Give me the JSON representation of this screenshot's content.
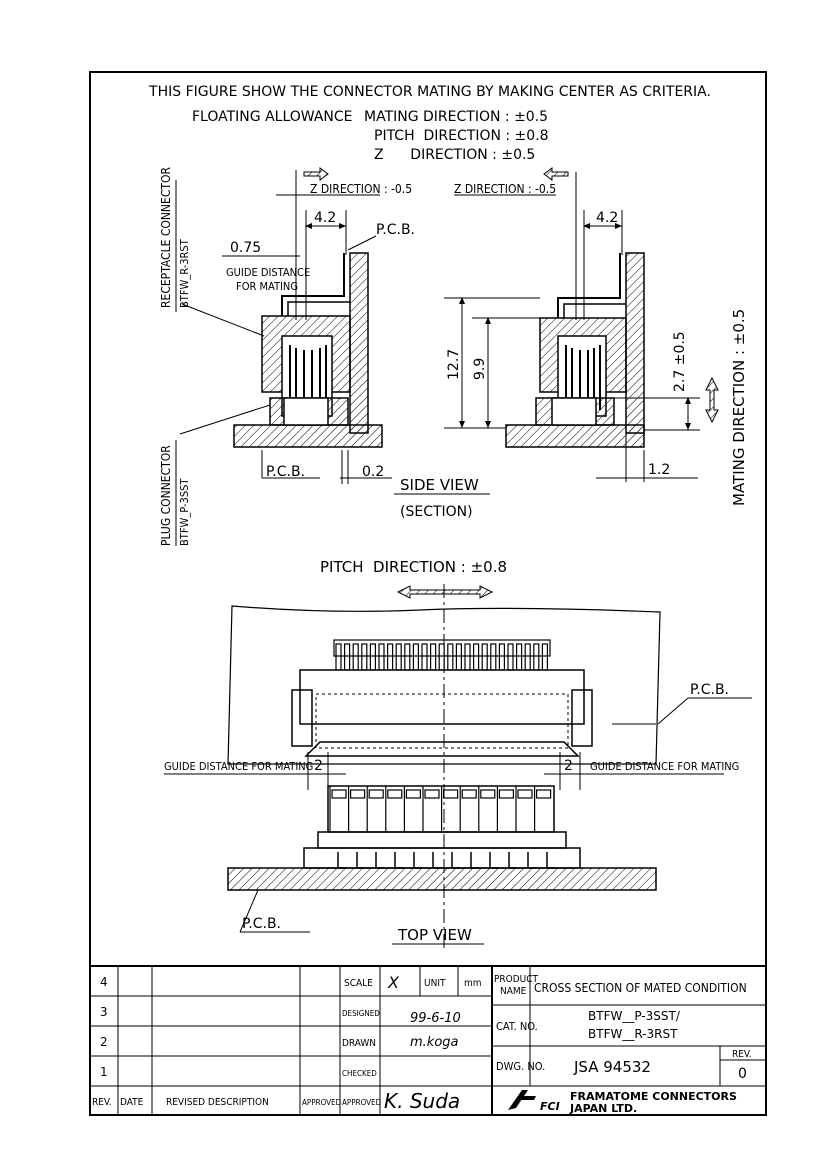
{
  "header": {
    "line1": "THIS FIGURE SHOW THE CONNECTOR MATING BY MAKING CENTER AS CRITERIA.",
    "floating_label": "FLOATING ALLOWANCE",
    "mating": "MATING DIRECTION : ±0.5",
    "pitch": "PITCH  DIRECTION : ±0.8",
    "z": "Z      DIRECTION : ±0.5"
  },
  "side_view": {
    "receptacle_label": "RECEPTACLE CONNECTOR",
    "receptacle_part": "BTFW_R-3RST",
    "plug_label": "PLUG CONNECTOR",
    "plug_part": "BTFW_P-3SST",
    "z_dir_left": "Z DIRECTION : -0.5",
    "z_dir_right": "Z DIRECTION : -0.5",
    "dim_4_2_left": "4.2",
    "dim_4_2_right": "4.2",
    "dim_0_75": "0.75",
    "guide_1": "GUIDE DISTANCE",
    "guide_2": "FOR MATING",
    "pcb_top": "P.C.B.",
    "pcb_bottom": "P.C.B.",
    "dim_12_7": "12.7",
    "dim_9_9": "9.9",
    "dim_2_7": "2.7 ±0.5",
    "dim_0_2": "0.2",
    "dim_1_2": "1.2",
    "title": "SIDE VIEW",
    "subtitle": "(SECTION)",
    "mating_vertical": "MATING DIRECTION : ±0.5"
  },
  "top_view": {
    "pitch_title": "PITCH  DIRECTION : ±0.8",
    "pcb_right": "P.C.B.",
    "guide_left": "GUIDE DISTANCE FOR MATING",
    "dim_left": "2",
    "guide_right": "GUIDE DISTANCE FOR MATING",
    "dim_right": "2",
    "pcb_bottom": "P.C.B.",
    "title": "TOP VIEW"
  },
  "title_block": {
    "rev_rows": [
      "4",
      "3",
      "2",
      "1"
    ],
    "col_rev": "REV.",
    "col_date": "DATE",
    "col_desc": "REVISED DESCRIPTION",
    "col_approved": "APPROVED",
    "scale_label": "SCALE",
    "scale_value": "X",
    "unit_label": "UNIT",
    "unit_value": "mm",
    "designed_label": "DESIGNED",
    "designed_value": "99-6-10",
    "drawn_label": "DRAWN",
    "drawn_value": "m.koga",
    "checked_label": "CHECKED",
    "approved_label": "APPROVED",
    "approved_signature": "K. Suda",
    "product_name_label_1": "PRODUCT",
    "product_name_label_2": "NAME",
    "product_name": "CROSS SECTION OF MATED CONDITION",
    "cat_no_label": "CAT. NO.",
    "cat_no_1": "BTFW__P-3SST/",
    "cat_no_2": "BTFW__R-3RST",
    "dwg_no_label": "DWG. NO.",
    "dwg_no": "JSA 94532",
    "rev_label": "REV.",
    "rev_value": "0",
    "company_logo": "FCI",
    "company_1": "FRAMATOME CONNECTORS",
    "company_2": "JAPAN LTD."
  }
}
